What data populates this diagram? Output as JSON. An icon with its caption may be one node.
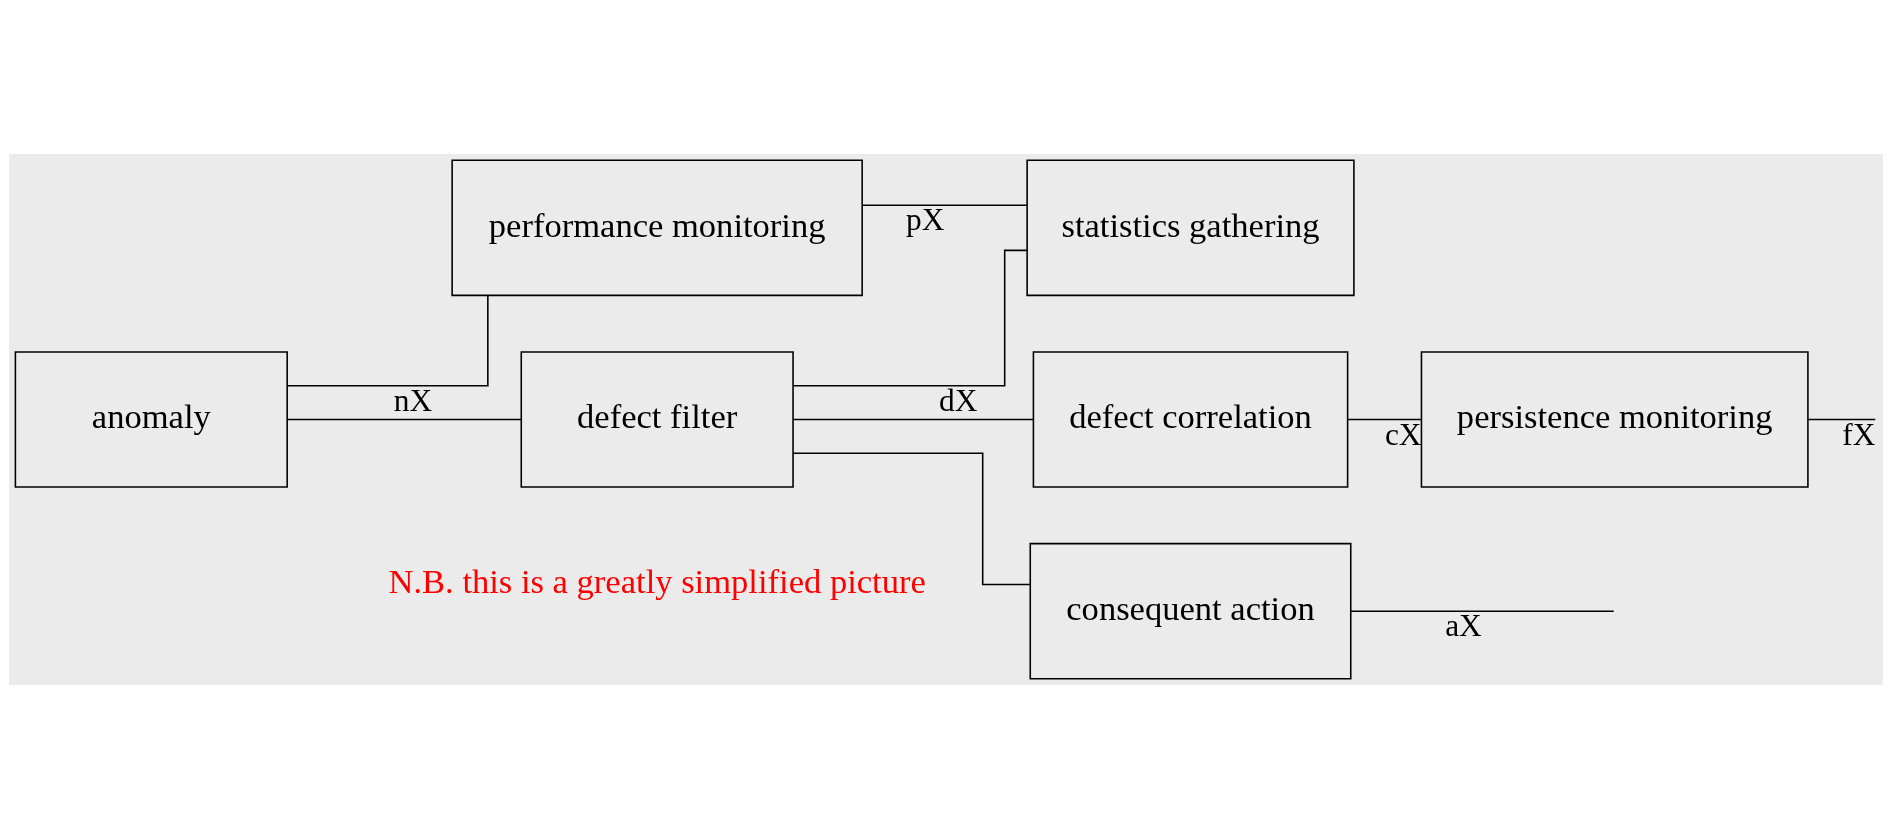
{
  "diagram": {
    "nodes": [
      {
        "text": [
          "anomaly"
        ]
      },
      {
        "text": [
          "performance monitoring"
        ]
      },
      {
        "text": [
          "defect filter"
        ]
      },
      {
        "text": [
          "statistics gathering"
        ]
      },
      {
        "text": [
          "defect correlation"
        ]
      },
      {
        "text": [
          "persistence monitoring"
        ]
      },
      {
        "text": [
          "consequent action"
        ]
      }
    ],
    "edges": [
      {
        "from": 0,
        "to": 1,
        "arrow": "none",
        "label": "nX"
      },
      {
        "from": 0,
        "to": 2,
        "arrow": "none"
      },
      {
        "from": 1,
        "to": 3,
        "arrow": "none",
        "label": "pX"
      },
      {
        "from": 2,
        "to": 3,
        "arrow": "none",
        "label": "dX"
      },
      {
        "from": 2,
        "to": 4,
        "arrow": "none"
      },
      {
        "from": 2,
        "to": 6,
        "arrow": "none"
      },
      {
        "from": 4,
        "to": 5,
        "arrow": "none",
        "label": "cX"
      },
      {
        "from": 5,
        "to": null,
        "arrow": "none",
        "label": "fX"
      },
      {
        "from": 6,
        "to": null,
        "arrow": "none",
        "label": "aX"
      }
    ],
    "labels": [
      "N.B. this is a greatly simplified picture"
    ]
  }
}
